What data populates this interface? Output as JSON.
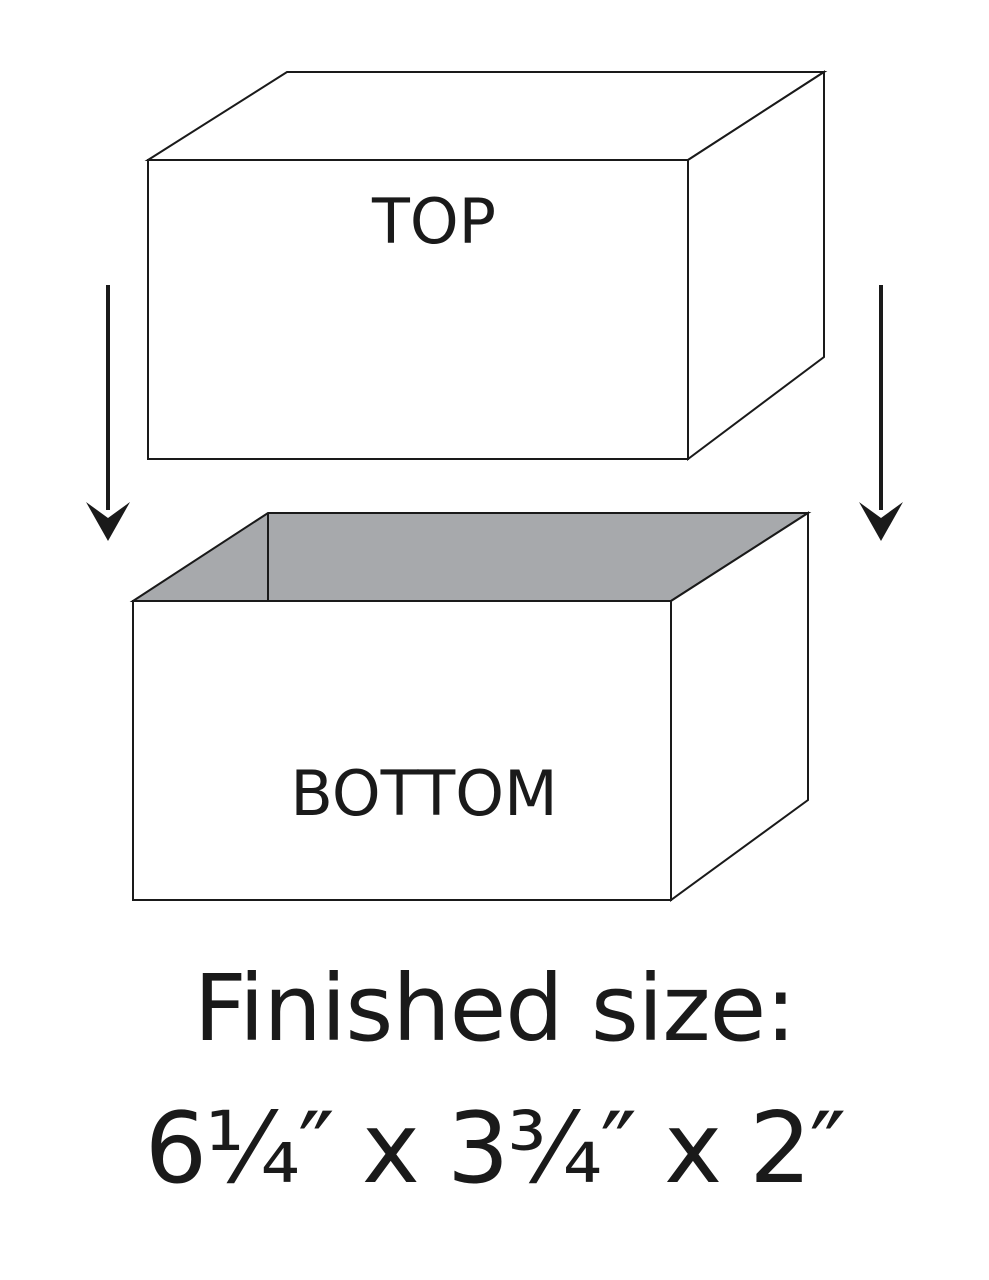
{
  "labels": {
    "top": "TOP",
    "bottom": "BOTTOM"
  },
  "size": {
    "title": "Finished  size:",
    "dimensions": "6¼″ x 3¾″ x 2″"
  },
  "colors": {
    "line": "#1a1a1a",
    "inside": "#a7a9ac",
    "background": "#ffffff"
  },
  "icons": [
    "arrow-down-icon",
    "arrow-down-icon"
  ]
}
